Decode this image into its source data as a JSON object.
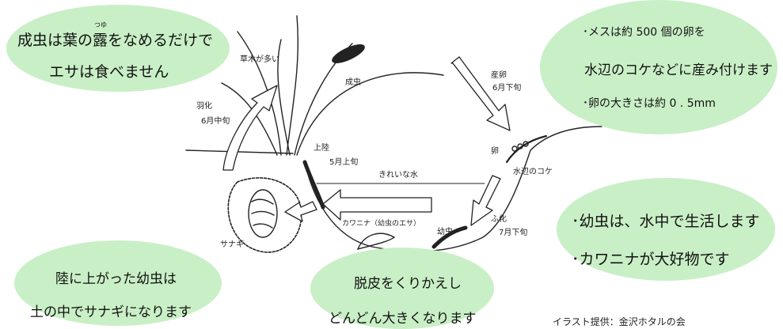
{
  "bubbles": {
    "adult_note": {
      "line1_pre": "成虫は葉の",
      "ruby_base": "露",
      "ruby_reading": "つゆ",
      "line1_post": "をなめるだけで",
      "line2": "エサは食べません"
    },
    "egg_note": {
      "line1": "･メスは約 500 個の卵を",
      "line2": "水辺のコケなどに産み付けます",
      "line3": "･卵の大きさは約 0 . 5mm"
    },
    "larva_note": {
      "line1": "･幼虫は、水中で生活します",
      "line2": "･カワニナが大好物です"
    },
    "pupa_note": {
      "line1": "陸に上がった幼虫は",
      "line2": "土の中でサナギになります"
    },
    "molt_note": {
      "line1": "脱皮をくりかえし",
      "line2": "どんどん大きくなります"
    }
  },
  "diagram": {
    "grass": "草木が多い",
    "adult": "成虫",
    "egg_laying": "産卵",
    "egg_laying_date": "6月下旬",
    "eclosion": "羽化",
    "eclosion_date": "6月中旬",
    "landing": "上陸",
    "landing_date": "5月上旬",
    "clean_water": "きれいな水",
    "egg": "卵",
    "moss": "水辺のコケ",
    "hatching": "ふ化",
    "hatching_date": "7月下旬",
    "snail": "カワニナ（幼虫のエサ）",
    "larva": "幼虫",
    "pupa": "サナギ"
  },
  "credit": "イラスト提供：金沢ホタルの会"
}
